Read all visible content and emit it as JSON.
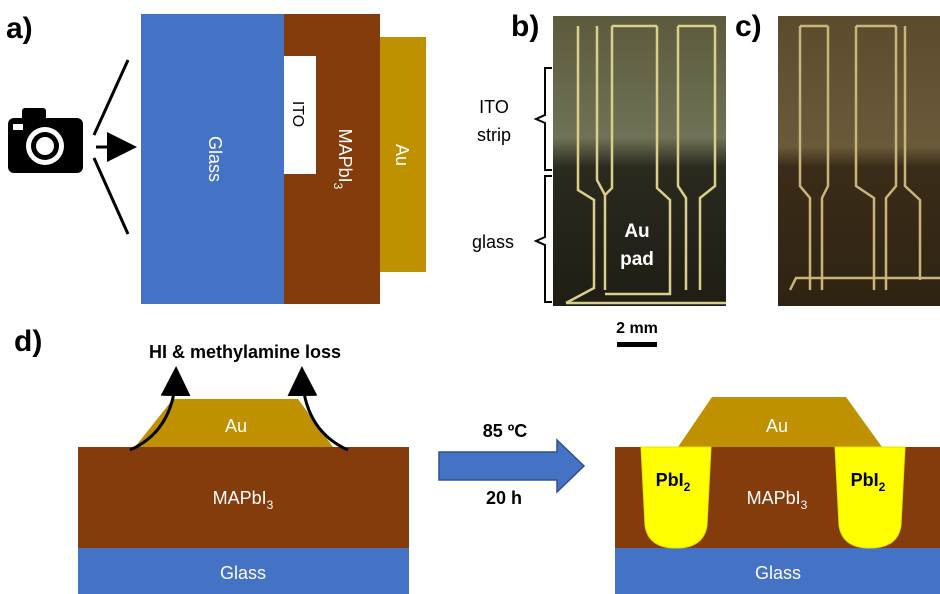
{
  "panel_a": {
    "label": "a)",
    "layers": {
      "glass": "Glass",
      "ito": "ITO",
      "mapbi": "MAPbI",
      "mapbi_sub": "3",
      "au": "Au"
    },
    "colors": {
      "glass": "#4472c4",
      "ito": "#ffffff",
      "perovskite": "#843c0c",
      "gold": "#bf9000"
    },
    "icon": "camera-icon"
  },
  "panel_b": {
    "label": "b)",
    "bracket_top": "ITO",
    "bracket_top_2": "strip",
    "bracket_bottom": "glass",
    "pad_line1": "Au",
    "pad_line2": "pad"
  },
  "panel_c": {
    "label": "c)"
  },
  "scale_bar": {
    "label": "2 mm"
  },
  "panel_d": {
    "label": "d)",
    "loss_label": "HI & methylamine loss",
    "left": {
      "au": "Au",
      "mapbi": "MAPbI",
      "mapbi_sub": "3",
      "glass": "Glass"
    },
    "arrow_top": "85 ºC",
    "arrow_bottom": "20 h",
    "right": {
      "au": "Au",
      "mapbi": "MAPbI",
      "mapbi_sub": "3",
      "glass": "Glass",
      "pbi": "PbI",
      "pbi_sub": "2"
    },
    "colors": {
      "pbi": "#ffff00",
      "arrow": "#4472c4"
    }
  }
}
